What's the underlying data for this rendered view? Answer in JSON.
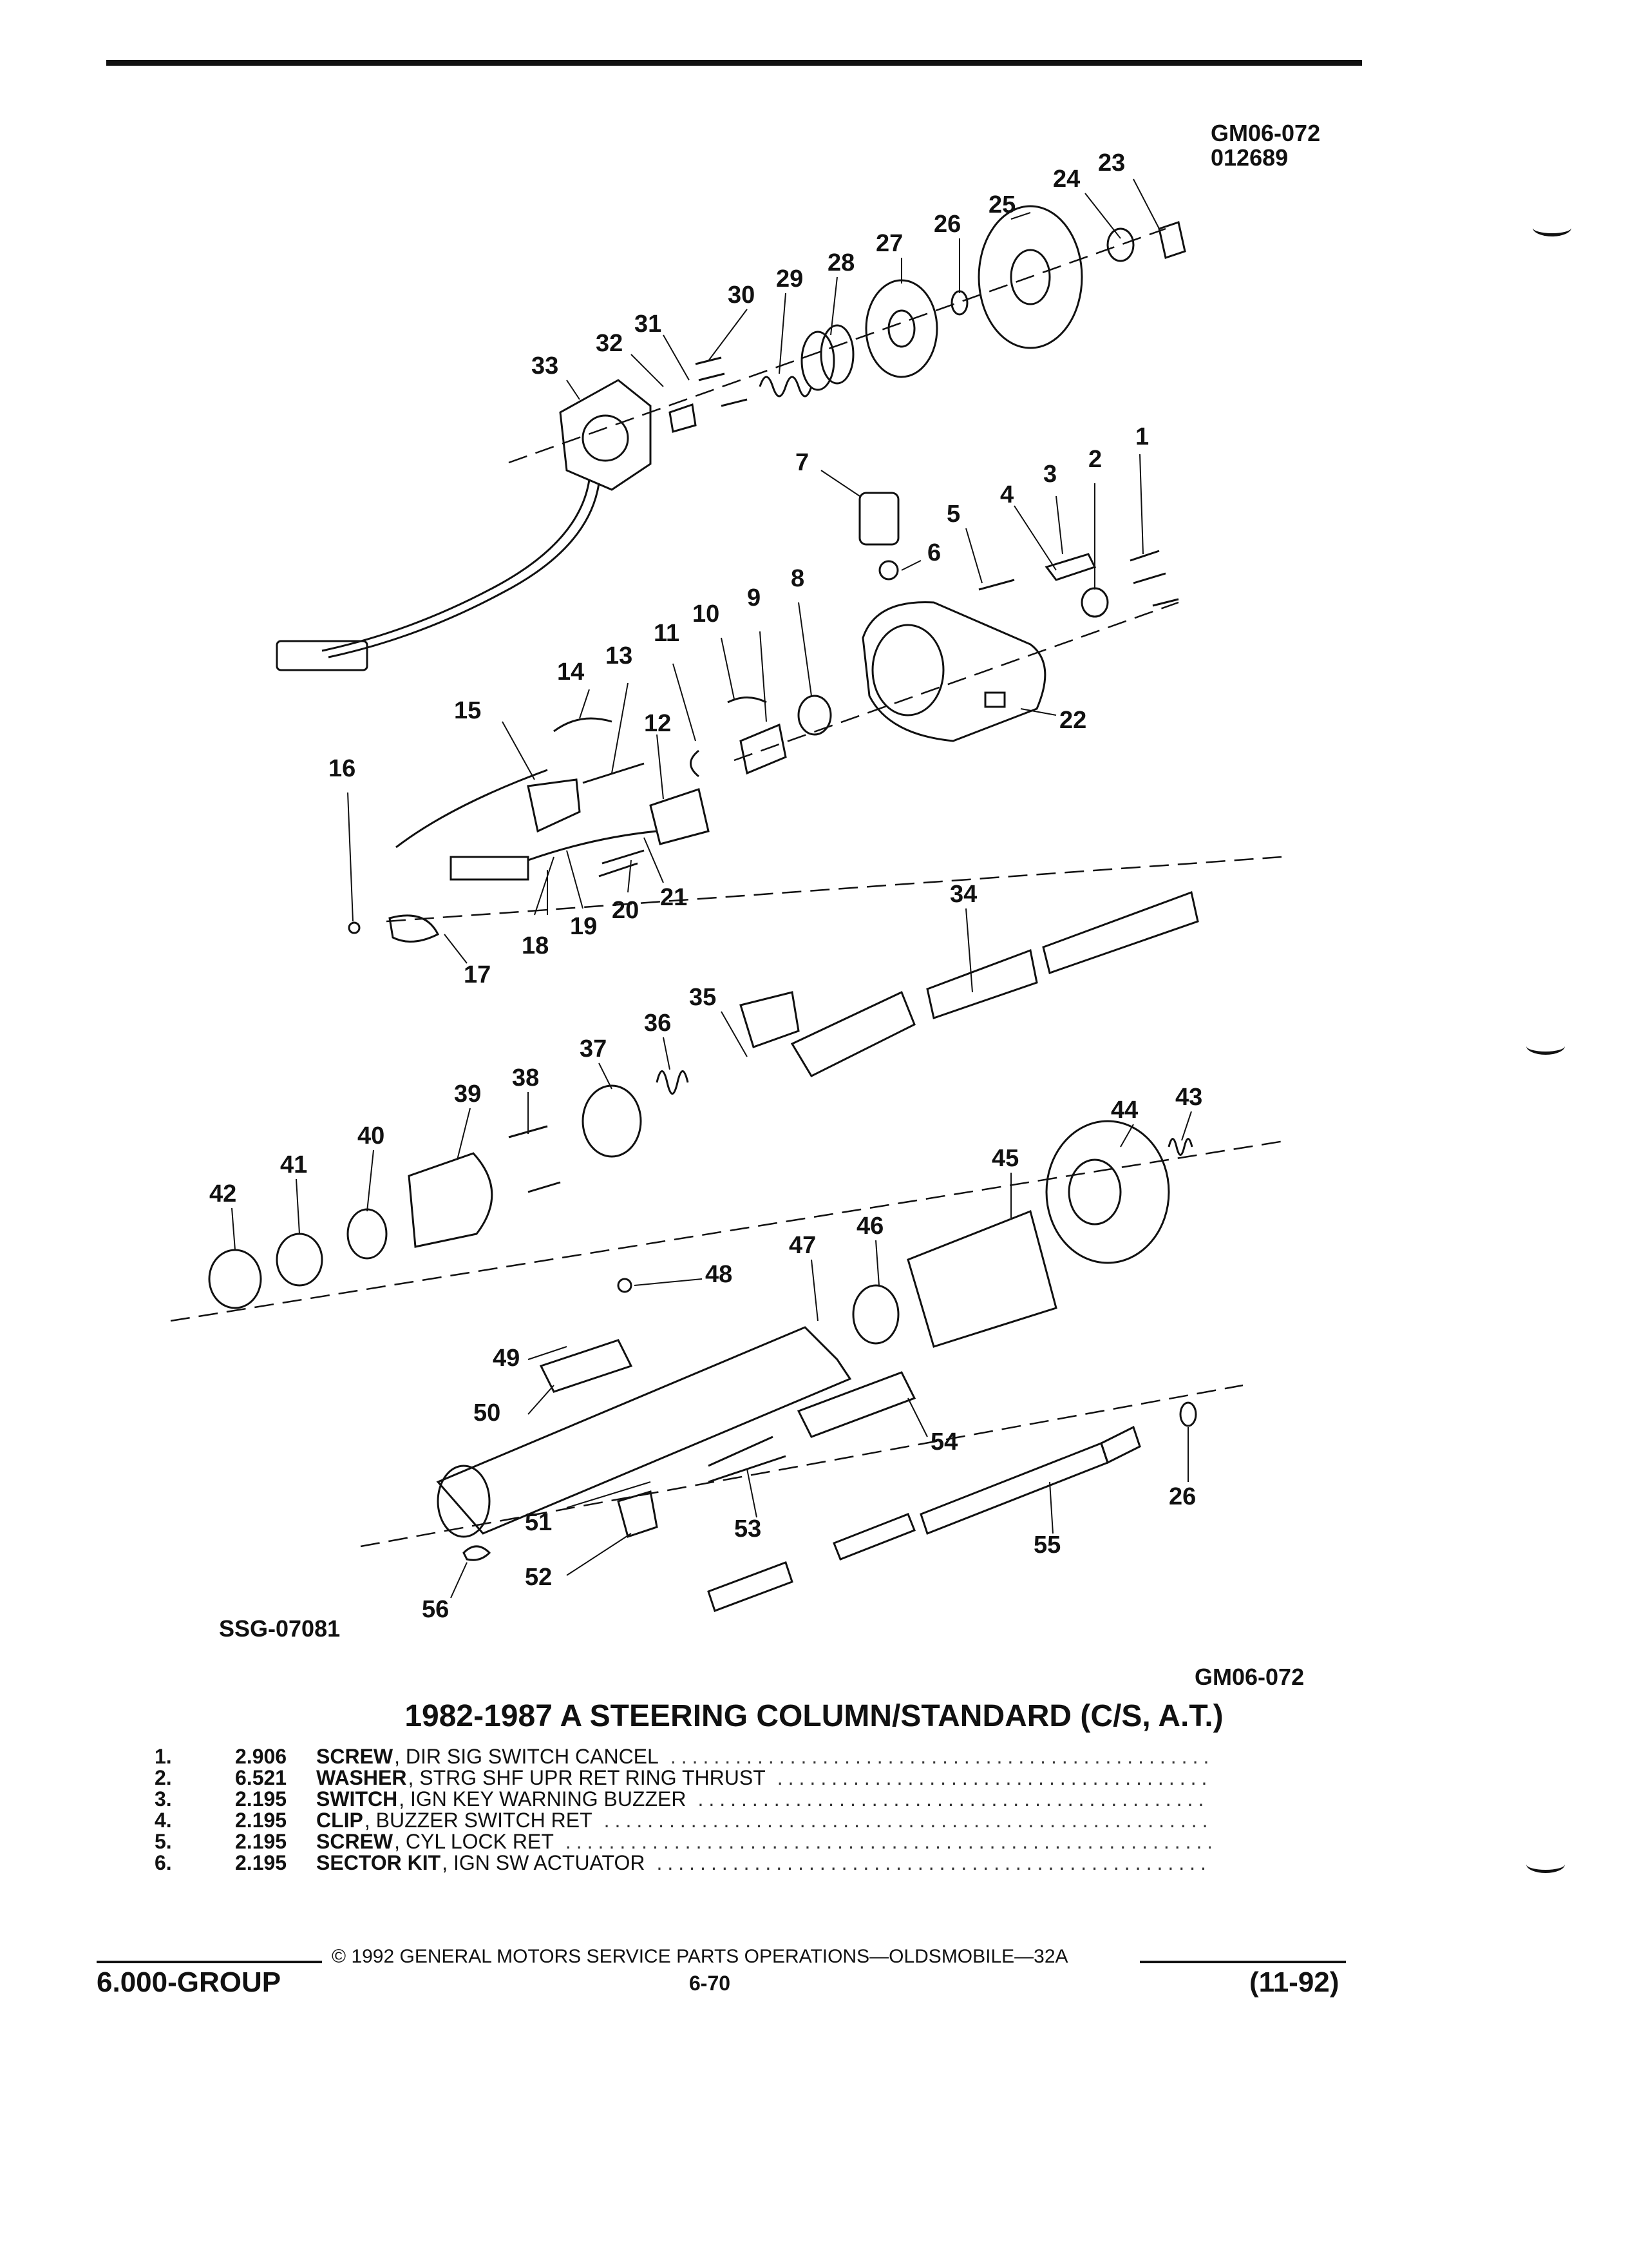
{
  "header": {
    "ref_code": "GM06-072",
    "ref_number": "012689"
  },
  "diagram": {
    "callouts": [
      "1",
      "2",
      "3",
      "4",
      "5",
      "6",
      "7",
      "8",
      "9",
      "10",
      "11",
      "12",
      "13",
      "14",
      "15",
      "16",
      "17",
      "18",
      "19",
      "20",
      "21",
      "22",
      "23",
      "24",
      "25",
      "26",
      "27",
      "28",
      "29",
      "30",
      "31",
      "32",
      "33",
      "34",
      "35",
      "36",
      "37",
      "38",
      "39",
      "40",
      "41",
      "42",
      "43",
      "44",
      "45",
      "46",
      "47",
      "48",
      "49",
      "50",
      "51",
      "52",
      "53",
      "54",
      "55",
      "56"
    ],
    "id_code": "SSG-07081",
    "ref_code_bottom": "GM06-072"
  },
  "title": "1982-1987 A STEERING COLUMN/STANDARD (C/S, A.T.)",
  "parts": [
    {
      "num": "1.",
      "group": "2.906",
      "name": "SCREW",
      "desc": ", DIR SIG SWITCH CANCEL"
    },
    {
      "num": "2.",
      "group": "6.521",
      "name": "WASHER",
      "desc": ", STRG SHF UPR RET RING THRUST"
    },
    {
      "num": "3.",
      "group": "2.195",
      "name": "SWITCH",
      "desc": ", IGN KEY WARNING BUZZER"
    },
    {
      "num": "4.",
      "group": "2.195",
      "name": "CLIP",
      "desc": ", BUZZER SWITCH RET"
    },
    {
      "num": "5.",
      "group": "2.195",
      "name": "SCREW",
      "desc": ", CYL LOCK RET"
    },
    {
      "num": "6.",
      "group": "2.195",
      "name": "SECTOR KIT",
      "desc": ", IGN SW ACTUATOR"
    }
  ],
  "footer": {
    "copyright": "© 1992 GENERAL MOTORS SERVICE PARTS OPERATIONS—OLDSMOBILE—32A",
    "group": "6.000-GROUP",
    "page": "6-70",
    "date": "(11-92)"
  }
}
